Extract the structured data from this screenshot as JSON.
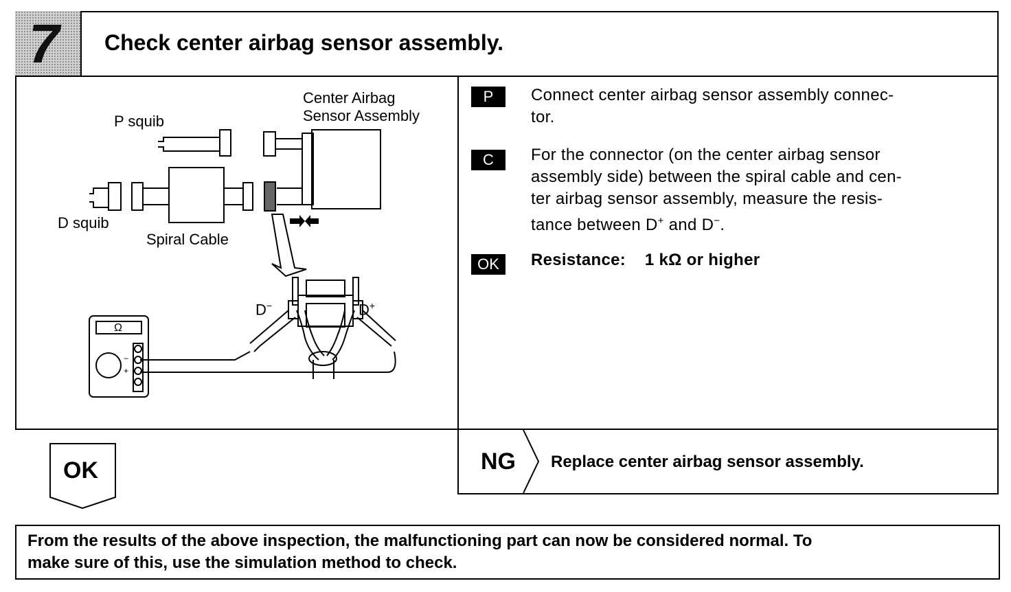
{
  "step": {
    "number": "7",
    "title": "Check center airbag sensor assembly."
  },
  "diagram": {
    "center_airbag_label_1": "Center Airbag",
    "center_airbag_label_2": "Sensor Assembly",
    "p_squib": "P squib",
    "d_squib": "D squib",
    "spiral_cable": "Spiral Cable",
    "d_minus": "D",
    "d_plus": "D",
    "minus_sup": "−",
    "plus_sup": "+",
    "ohm_symbol": "Ω",
    "meter_minus": "−",
    "meter_plus": "+"
  },
  "instructions": [
    {
      "tag": "P",
      "text_1": "Connect center airbag sensor assembly connec-",
      "text_2": "tor."
    },
    {
      "tag": "C",
      "text_1": "For the connector (on the center airbag sensor",
      "text_2": "assembly side) between the spiral cable and cen-",
      "text_3": "ter airbag sensor assembly, measure the resis-",
      "text_4_pre": "tance between D",
      "text_4_sup1": "+",
      "text_4_mid": " and D",
      "text_4_sup2": "−",
      "text_4_post": "."
    },
    {
      "tag": "OK",
      "label": "Resistance:",
      "value": "1 kΩ or higher"
    }
  ],
  "ok_label": "OK",
  "ng": {
    "label": "NG",
    "action": "Replace center airbag sensor assembly."
  },
  "footer": {
    "line_1": "From the results of the above inspection, the malfunctioning part can now be considered normal. To",
    "line_2": "make sure of this, use the simulation method to check."
  }
}
